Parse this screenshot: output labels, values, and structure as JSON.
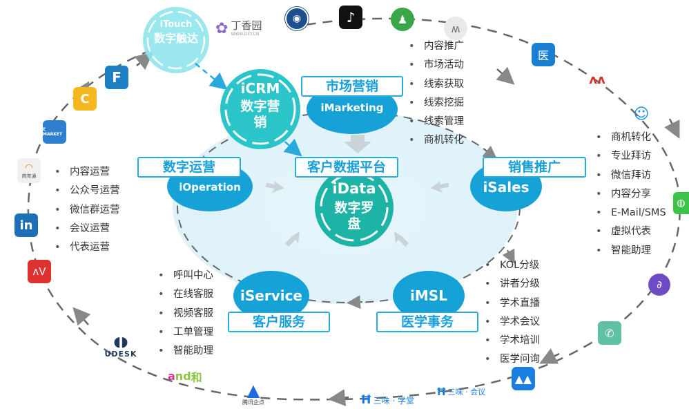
{
  "hub": {
    "name": "iData",
    "sub": "数字罗盘",
    "platform_label": "客户数据平台"
  },
  "itouch": {
    "name": "iTouch",
    "sub": "数字触达"
  },
  "icrm": {
    "name": "iCRM",
    "sub": "数字营销"
  },
  "modules": {
    "marketing": {
      "label": "市场营销",
      "name": "iMarketing"
    },
    "operation": {
      "label": "数字运营",
      "name": "iOperation"
    },
    "sales": {
      "label": "销售推广",
      "name": "iSales"
    },
    "service": {
      "label": "客户服务",
      "name": "iService"
    },
    "msl": {
      "label": "医学事务",
      "name": "iMSL"
    }
  },
  "lists": {
    "marketing": [
      "内容推广",
      "市场活动",
      "线索获取",
      "线索挖掘",
      "线索管理",
      "商机转化"
    ],
    "operation": [
      "内容运营",
      "公众号运营",
      "微信群运营",
      "会议运营",
      "代表运营"
    ],
    "sales": [
      "商机转化",
      "专业拜访",
      "微信拜访",
      "内容分享",
      "E-Mail/SMS",
      "虚拟代表",
      "智能助理"
    ],
    "service": [
      "呼叫中心",
      "在线客服",
      "视频客服",
      "工单管理",
      "智能助理"
    ],
    "msl": [
      "KOL分级",
      "讲者分级",
      "学术直播",
      "学术会议",
      "学术培训",
      "医学问询"
    ]
  },
  "partners": {
    "dingxiang": "丁香园",
    "dingxiang_url": "WWW.DXY.CN",
    "emarket": "E MARKET",
    "shangyu": "商育通",
    "udesk": "UDESK",
    "ahe": "和",
    "tencent": "腾讯企点",
    "sanwei_xuetang": "三味 · 学堂",
    "sanwei_huiyi": "三味 · 会议"
  },
  "colors": {
    "primary": "#1aa0d8",
    "teal": "#1cbfb1",
    "cyan_light": "#7ee3e8",
    "dash": "#666666"
  }
}
